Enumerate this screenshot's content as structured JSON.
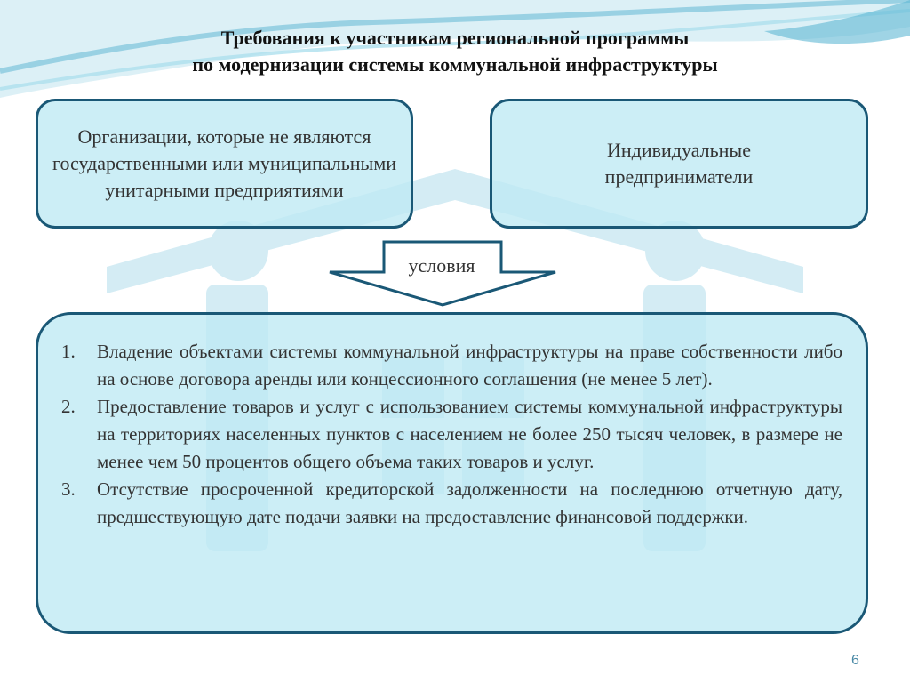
{
  "slide": {
    "title_line1": "Требования к участникам региональной программы",
    "title_line2": "по модернизации системы коммунальной инфраструктуры",
    "card_left": "Организации, которые не являются государственными или муниципальными унитарными предприятиями",
    "card_right": "Индивидуальные предприниматели",
    "arrow_label": "условия",
    "requirements": [
      {
        "num": "1.",
        "text": "Владение объектами системы коммунальной инфраструктуры на праве собственности либо на основе договора аренды или концессионного соглашения (не менее 5 лет)."
      },
      {
        "num": "2.",
        "text": "Предоставление товаров и услуг с использованием системы коммунальной инфраструктуры на территориях населенных пунктов с населением не более 250 тысяч человек, в размере не менее чем 50 процентов общего объема таких товаров и услуг."
      },
      {
        "num": "3.",
        "text": "Отсутствие просроченной кредиторской задолженности на последнюю отчетную дату, предшествующую дате подачи заявки на предоставление финансовой поддержки."
      }
    ],
    "page_number": "6"
  },
  "colors": {
    "border": "#1a5876",
    "box_fill": "#bee9f3",
    "arrow_fill": "#ffffff",
    "watermark": "#d4ecf4",
    "wave": "#9ed3e6"
  }
}
